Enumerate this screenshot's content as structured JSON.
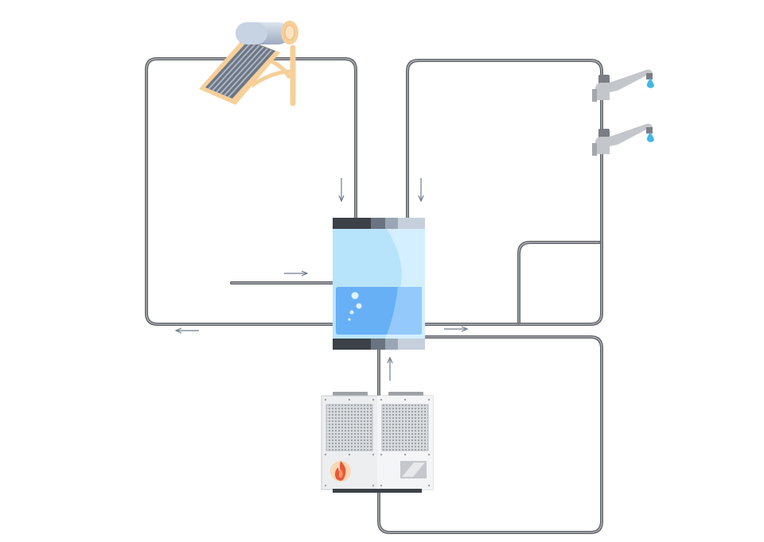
{
  "diagram": {
    "components": [
      {
        "id": "solar-water-heater",
        "icon": "solar-collector-icon"
      },
      {
        "id": "storage-tank",
        "icon": "water-tank-icon"
      },
      {
        "id": "heat-pump-unit",
        "icon": "heat-pump-icon",
        "badge_icon": "flame-icon"
      },
      {
        "id": "faucet-upper",
        "icon": "faucet-icon"
      },
      {
        "id": "faucet-lower",
        "icon": "faucet-icon"
      }
    ],
    "flow_arrows": [
      {
        "id": "solar-to-tank",
        "direction": "down"
      },
      {
        "id": "to-faucets",
        "direction": "down"
      },
      {
        "id": "return-into-tank",
        "direction": "right"
      },
      {
        "id": "loop-return",
        "direction": "left"
      },
      {
        "id": "tank-to-loop",
        "direction": "right"
      },
      {
        "id": "heat-pump-to-tank",
        "direction": "up"
      }
    ],
    "colors": {
      "pipe": "#5f6267",
      "pipe_highlight": "#b9bcc1",
      "tank_water": "#b8e4fb",
      "tank_fill": "#67b0f6",
      "solar_frame": "#f6cf99",
      "water_drop": "#42b7e6",
      "flame": "#e9553a",
      "arrow": "#6f7c8c"
    }
  }
}
